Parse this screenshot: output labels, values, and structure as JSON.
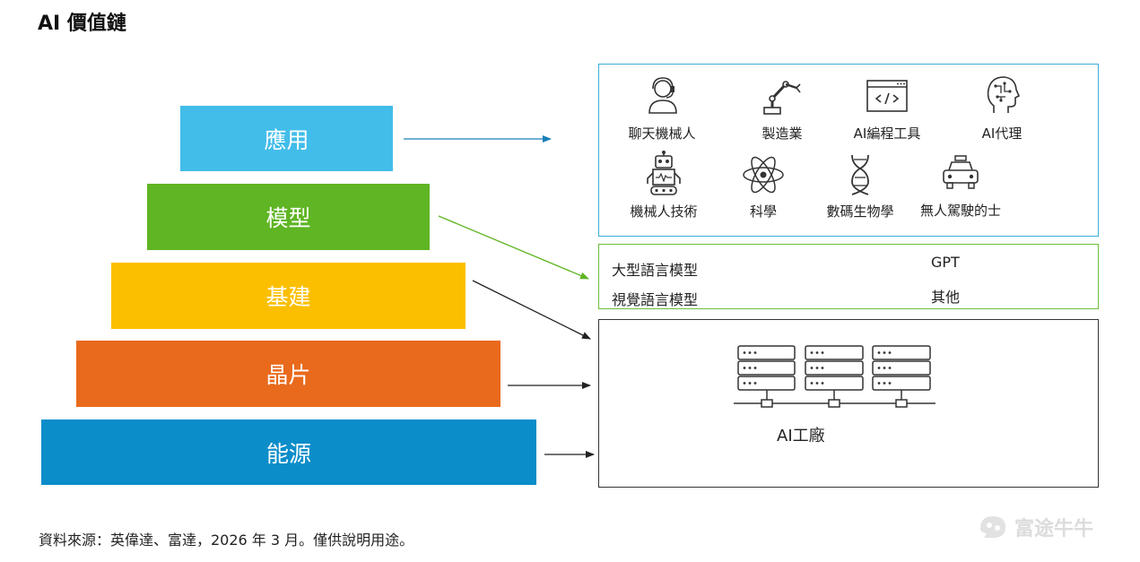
{
  "title": "AI 價值鏈",
  "tiers": {
    "app": "應用",
    "model": "模型",
    "infra": "基建",
    "chip": "晶片",
    "energy": "能源"
  },
  "applications": [
    {
      "label": "聊天機械人",
      "icon": "chatbot-headset-icon"
    },
    {
      "label": "製造業",
      "icon": "robot-arm-icon"
    },
    {
      "label": "AI編程工具",
      "icon": "code-window-icon"
    },
    {
      "label": "AI代理",
      "icon": "ai-head-icon"
    },
    {
      "label": "機械人技術",
      "icon": "robot-icon"
    },
    {
      "label": "科學",
      "icon": "atom-icon"
    },
    {
      "label": "數碼生物學",
      "icon": "dna-icon"
    },
    {
      "label": "無人駕駛的士",
      "icon": "taxi-icon"
    }
  ],
  "models": {
    "llm": "大型語言模型",
    "gpt": "GPT",
    "vlm": "視覺語言模型",
    "other": "其他"
  },
  "factory": {
    "label": "AI工廠",
    "icon": "server-rack-icon"
  },
  "source": "資料來源：英偉達、富達，2026 年 3 月。僅供說明用途。",
  "watermark": "富途牛牛",
  "colors": {
    "app": "#42bde9",
    "model": "#5fb524",
    "infra": "#fbbf00",
    "chip": "#e96a1c",
    "energy": "#0a8dc9"
  }
}
